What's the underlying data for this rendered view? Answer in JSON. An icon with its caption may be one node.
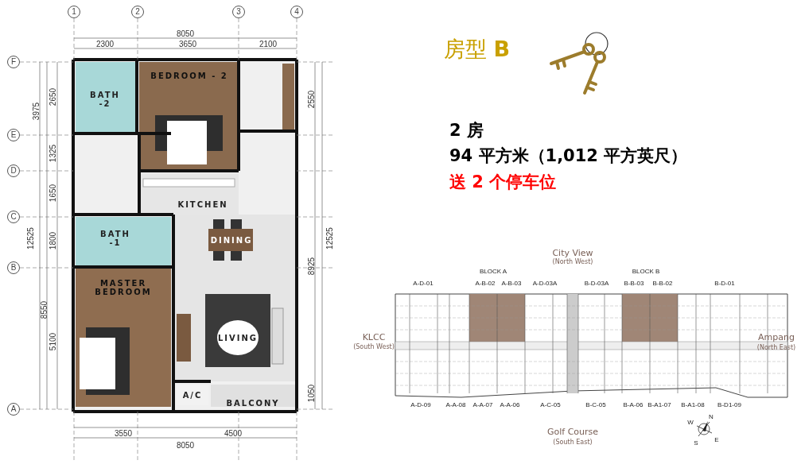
{
  "diagram": {
    "title": "房型 **B**",
    "nodes": [
      {
        "text": [
          "BATH -2"
        ]
      },
      {
        "text": [
          "BEDROOM - 2"
        ]
      },
      {
        "text": [
          "KITCHEN"
        ]
      },
      {
        "text": [
          "DINING"
        ]
      },
      {
        "text": [
          "BATH -1"
        ]
      },
      {
        "text": [
          "MASTER BEDROOM"
        ]
      },
      {
        "text": [
          "LIVING"
        ]
      },
      {
        "text": [
          "A/C"
        ]
      },
      {
        "text": [
          "BALCONY"
        ]
      }
    ],
    "labels": [
      "1",
      "2",
      "3",
      "4",
      "8050",
      "2300",
      "3650",
      "2100",
      "F",
      "E",
      "D",
      "C",
      "B",
      "A",
      "3975",
      "2650",
      "1325",
      "1650",
      "12525",
      "1800",
      "8550",
      "5100",
      "2550",
      "12525",
      "8925",
      "1050",
      "3550",
      "4500",
      "8050",
      "2 房",
      "94 平方米（1,012 平方英尺）",
      "送 2 个停车位",
      "City View",
      "(North West)",
      "BLOCK A",
      "BLOCK B",
      "A-D-01",
      "A-B-02",
      "A-B-03",
      "A-D-03A",
      "B-D-03A",
      "B-B-03",
      "B-B-02",
      "B-D-01",
      "KLCC",
      "(South West)",
      "Ampang",
      "(North East)",
      "A-D-09",
      "A-A-08",
      "A-A-07",
      "A-A-06",
      "A-C-05",
      "B-C-05",
      "B-A-06",
      "B-A1-07",
      "B-A1-08",
      "B-D1-09",
      "Golf Course",
      "(South East)",
      "N",
      "E",
      "S",
      "W"
    ]
  }
}
